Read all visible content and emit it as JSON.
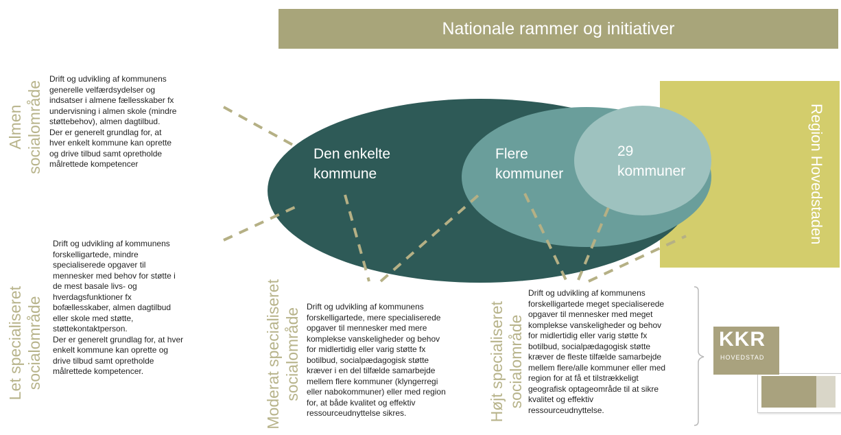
{
  "banner": {
    "text": "Nationale rammer og initiativer"
  },
  "region": {
    "label": "Region Hovedstaden"
  },
  "ellipses": {
    "outer": {
      "line1": "Den enkelte",
      "line2": "kommune"
    },
    "middle": {
      "line1": "Flere",
      "line2": "kommuner"
    },
    "inner": {
      "line1": "29",
      "line2": "kommuner"
    }
  },
  "categories": {
    "almen": {
      "line1": "Almen",
      "line2": "socialområde"
    },
    "let": {
      "line1": "Let specialiseret",
      "line2": "socialområde"
    },
    "moderat": {
      "line1": "Moderat specialiseret",
      "line2": "socialområde"
    },
    "hoejt": {
      "line1": "Højt specialiseret",
      "line2": "socialområde"
    }
  },
  "descriptions": {
    "almen": "Drift og udvikling af kommunens\ngenerelle velfærdsydelser og\nindsatser i almene fællesskaber fx\nundervisning i almen skole (mindre\nstøttebehov), almen dagtilbud.\nDer er generelt grundlag for, at\nhver enkelt kommune kan oprette\nog drive tilbud samt opretholde\nmålrettede kompetencer",
    "let": "Drift og udvikling af kommunens\nforskelligartede, mindre\nspecialiserede opgaver til\nmennesker med behov for støtte i\nde mest basale livs- og\nhverdagsfunktioner fx\nbofællesskaber, almen dagtilbud\neller skole med støtte,\nstøttekontaktperson.\nDer er generelt grundlag for, at hver\nenkelt kommune kan oprette og\ndrive tilbud samt opretholde\nmålrettede kompetencer.",
    "moderat": "Drift og udvikling af kommunens\nforskelligartede, mere specialiserede\nopgaver til mennesker med mere\nkomplekse vanskeligheder og behov\nfor midlertidig eller varig støtte fx\nbotilbud, socialpædagogisk støtte\nkræver i en del tilfælde samarbejde\nmellem flere kommuner (klyngerregi\neller nabokommuner) eller med region\nfor, at både kvalitet og effektiv\nressourceudnyttelse sikres.",
    "hoejt": "Drift og udvikling af kommunens\nforskelligartede meget specialiserede\nopgaver til mennesker med meget\nkomplekse vanskeligheder og behov\nfor midlertidig eller varig støtte fx\nbotilbud, socialpædagogisk støtte\nkræver de fleste tilfælde samarbejde\nmellem flere/alle kommuner eller med\nregion for at få et tilstrækkeligt\ngeografisk optageområde til at sikre\nkvalitet og effektiv\nressourceudnyttelse."
  },
  "logo": {
    "text": "KKR",
    "subtext": "HOVEDSTAD"
  },
  "colors": {
    "banner": "#a8a57a",
    "region": "#d3cd6c",
    "outer_ellipse": "#2e5a57",
    "middle_ellipse": "#6a9e9b",
    "inner_ellipse": "#9ec2bf",
    "category_text": "#b7b38a",
    "connector": "#b5b085"
  }
}
